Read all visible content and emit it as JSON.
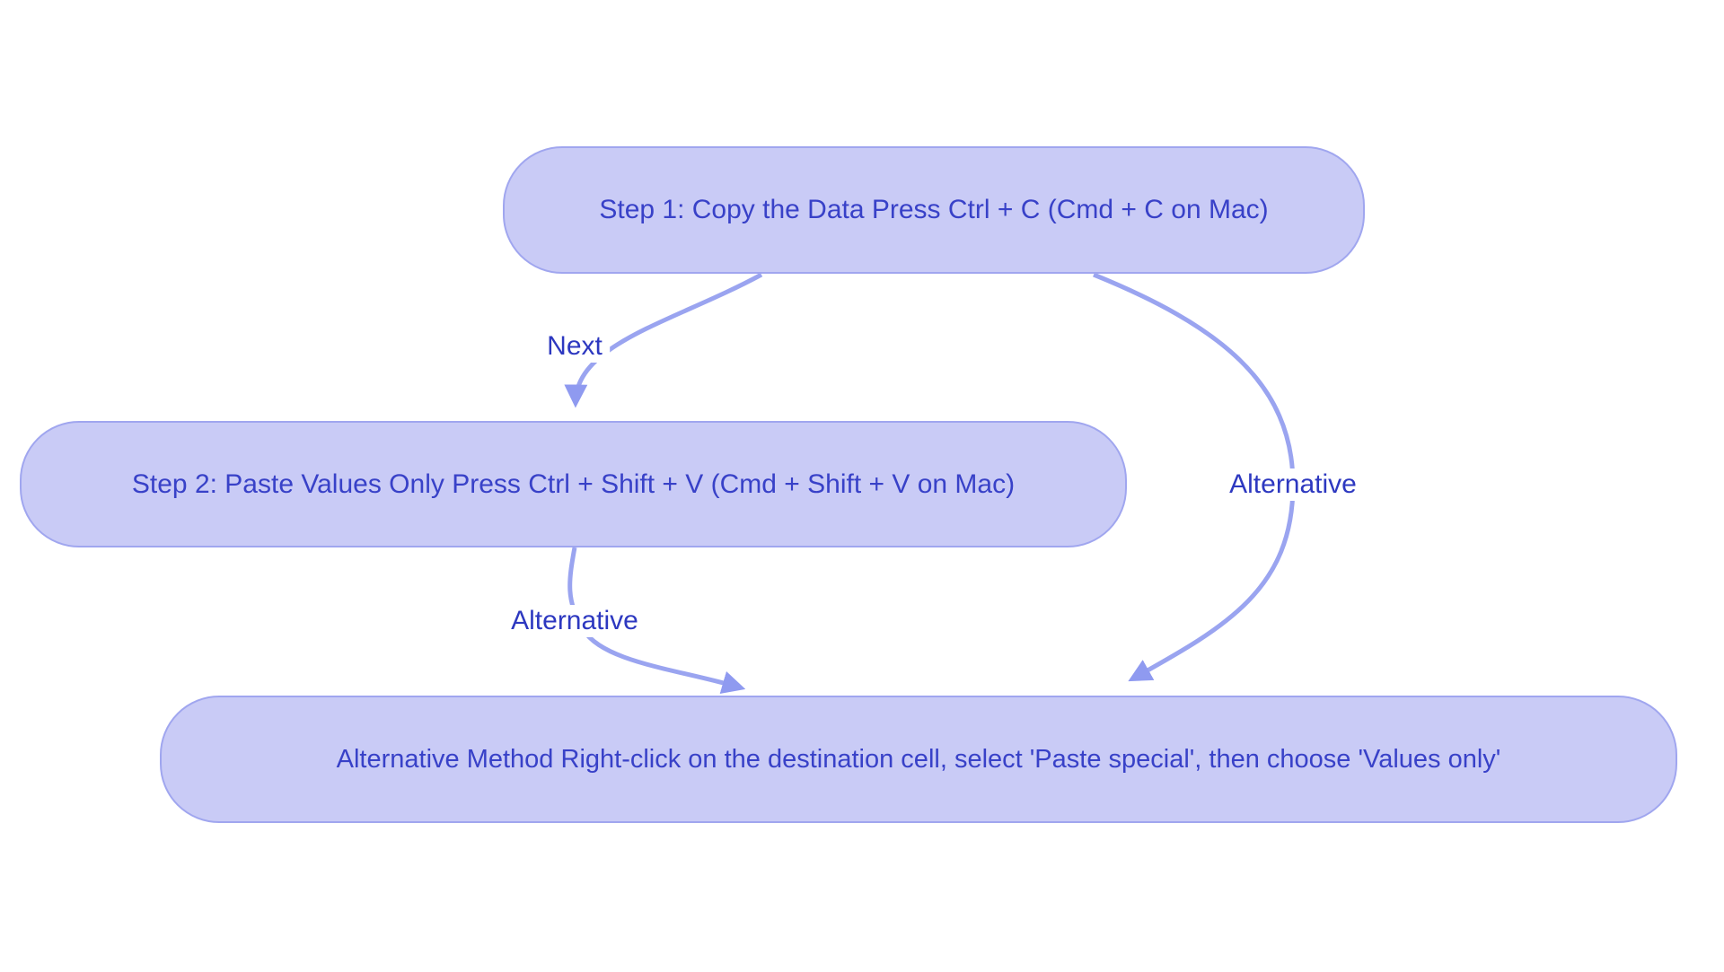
{
  "diagram": {
    "type": "flowchart",
    "background_color": "#ffffff",
    "node_fill_color": "#c9cbf6",
    "node_border_color": "#a0a6ef",
    "node_text_color": "#3841c8",
    "edge_line_color": "#9aa4f0",
    "edge_arrowhead_color": "#8f9af0",
    "edge_label_text_color": "#2d38c0"
  },
  "nodes": [
    {
      "id": "step1",
      "label": "Step 1: Copy the Data Press Ctrl + C (Cmd + C on Mac)"
    },
    {
      "id": "step2",
      "label": "Step 2: Paste Values Only Press Ctrl + Shift + V (Cmd + Shift + V on Mac)"
    },
    {
      "id": "alt-method",
      "label": "Alternative Method Right-click on the destination cell, select 'Paste special', then choose 'Values only'"
    }
  ],
  "edges": [
    {
      "from": "step1",
      "to": "step2",
      "label": "Next"
    },
    {
      "from": "step1",
      "to": "alt-method",
      "label": "Alternative"
    },
    {
      "from": "step2",
      "to": "alt-method",
      "label": "Alternative"
    }
  ]
}
